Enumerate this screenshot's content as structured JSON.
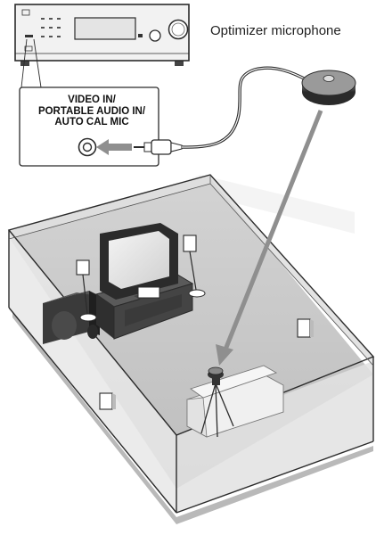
{
  "microphone_label": "Optimizer microphone",
  "jack_label_lines": [
    "VIDEO IN/",
    "PORTABLE AUDIO IN/",
    "AUTO CAL MIC"
  ],
  "colors": {
    "line": "#2b2b2b",
    "arrow": "#8f8f8f",
    "room_glass": "#e9e9e9",
    "floor": "#c9c9c9"
  }
}
